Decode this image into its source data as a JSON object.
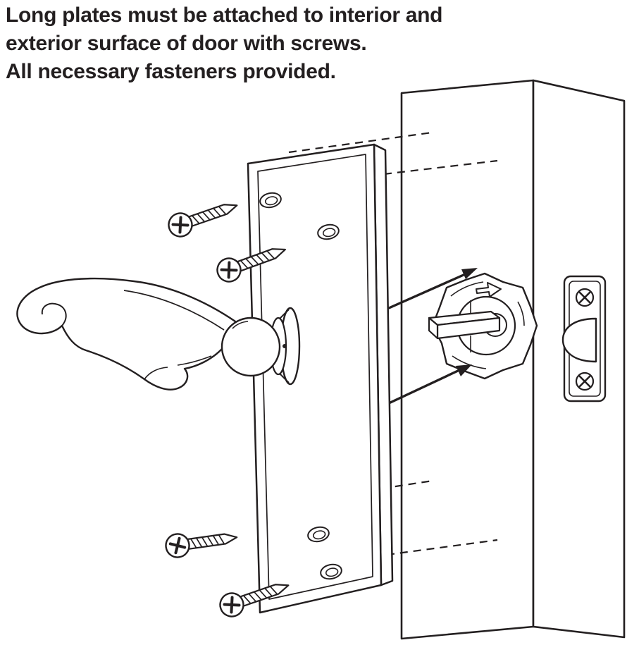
{
  "heading": {
    "lines": [
      "Long plates must be attached to interior and",
      "exterior surface of door with screws.",
      "All necessary fasteners provided."
    ]
  },
  "colors": {
    "background": "#ffffff",
    "line": "#231f20"
  }
}
